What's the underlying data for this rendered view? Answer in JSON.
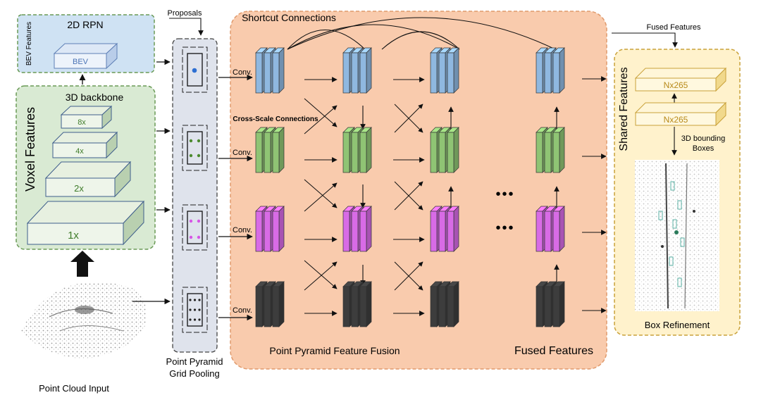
{
  "bev_panel": {
    "title": "2D RPN",
    "side_label": "BEV Features",
    "box_label": "BEV"
  },
  "voxel_panel": {
    "title": "3D backbone",
    "side_label": "Voxel Features",
    "scales": [
      "8x",
      "4x",
      "2x",
      "1x"
    ]
  },
  "input": {
    "caption": "Point Cloud Input"
  },
  "pooling": {
    "top_label": "Proposals",
    "caption_line1": "Point Pyramid",
    "caption_line2": "Grid Pooling"
  },
  "fusion": {
    "title": "Shortcut Connections",
    "cross_label": "Cross-Scale Connections",
    "conv_label": "Conv.",
    "bottom_left_label": "Point Pyramid Feature Fusion",
    "bottom_right_label": "Fused Features",
    "ellipsis": "•••"
  },
  "fused_out_label": "Fused Features",
  "refine_panel": {
    "side_label": "Shared Features",
    "fc1": "Nx265",
    "fc2": "Nx265",
    "bbox_line1": "3D bounding",
    "bbox_line2": "Boxes",
    "caption": "Box Refinement"
  },
  "colors": {
    "bev_fill": "#cfe2f3",
    "voxel_fill": "#d9ead3",
    "fusion_fill": "#f9cbad",
    "refine_fill": "#fff2cc",
    "pool_fill": "#dfe3ec",
    "level_blue": "#8fb8e0",
    "level_green": "#8fc474",
    "level_magenta": "#d86be6",
    "level_black": "#3d3d3d"
  }
}
